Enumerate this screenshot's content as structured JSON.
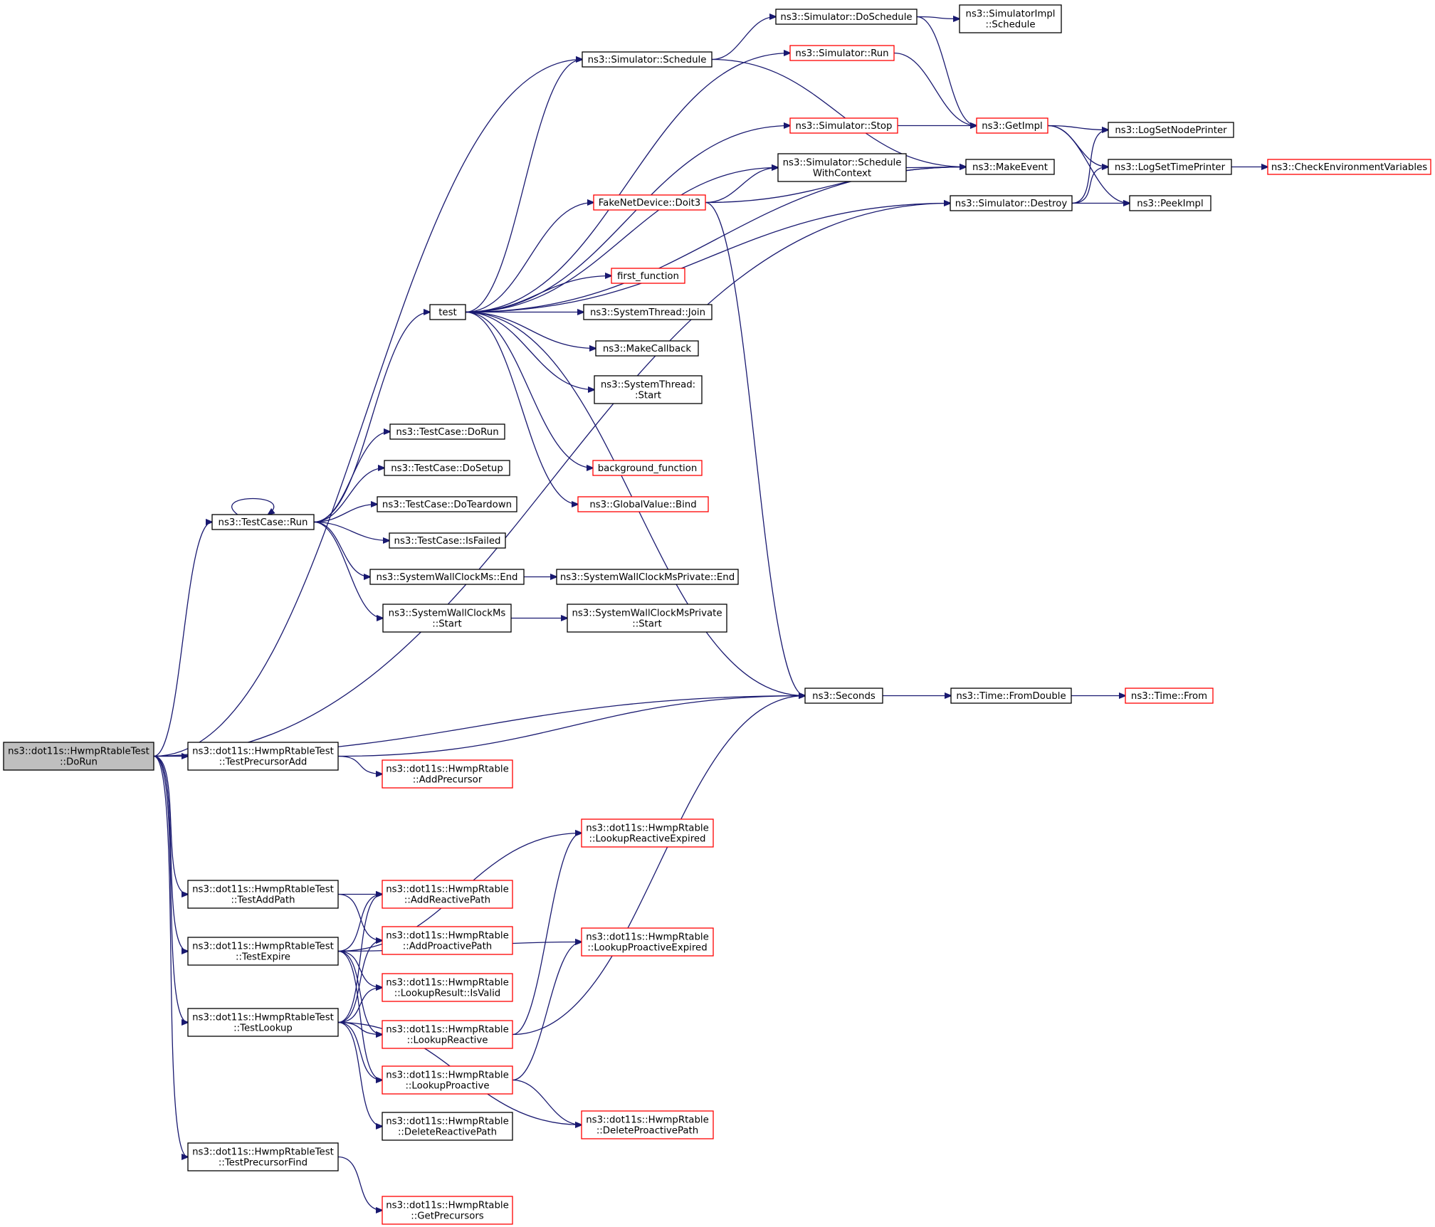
{
  "nodes": {
    "dorun": {
      "lines": [
        "ns3::dot11s::HwmpRtableTest",
        "::DoRun"
      ],
      "color": "root"
    },
    "sched": {
      "lines": [
        "ns3::Simulator::Schedule"
      ],
      "color": "black"
    },
    "dosched": {
      "lines": [
        "ns3::Simulator::DoSchedule"
      ],
      "color": "black"
    },
    "implsched": {
      "lines": [
        "ns3::SimulatorImpl",
        "::Schedule"
      ],
      "color": "black"
    },
    "simrun": {
      "lines": [
        "ns3::Simulator::Run"
      ],
      "color": "red"
    },
    "simstop": {
      "lines": [
        "ns3::Simulator::Stop"
      ],
      "color": "red"
    },
    "getimpl": {
      "lines": [
        "ns3::GetImpl"
      ],
      "color": "red"
    },
    "lognode": {
      "lines": [
        "ns3::LogSetNodePrinter"
      ],
      "color": "black"
    },
    "logtime": {
      "lines": [
        "ns3::LogSetTimePrinter"
      ],
      "color": "black"
    },
    "checkenv": {
      "lines": [
        "ns3::CheckEnvironmentVariables"
      ],
      "color": "red"
    },
    "schedctx": {
      "lines": [
        "ns3::Simulator::Schedule",
        "WithContext"
      ],
      "color": "black"
    },
    "makeevent": {
      "lines": [
        "ns3::MakeEvent"
      ],
      "color": "black"
    },
    "doit3": {
      "lines": [
        "FakeNetDevice::Doit3"
      ],
      "color": "red"
    },
    "destroy": {
      "lines": [
        "ns3::Simulator::Destroy"
      ],
      "color": "black"
    },
    "peekimpl": {
      "lines": [
        "ns3::PeekImpl"
      ],
      "color": "black"
    },
    "firstfn": {
      "lines": [
        "first_function"
      ],
      "color": "red"
    },
    "test": {
      "lines": [
        "test"
      ],
      "color": "black"
    },
    "join": {
      "lines": [
        "ns3::SystemThread::Join"
      ],
      "color": "black"
    },
    "makecb": {
      "lines": [
        "ns3::MakeCallback"
      ],
      "color": "black"
    },
    "threadstart": {
      "lines": [
        "ns3::SystemThread:",
        ":Start"
      ],
      "color": "black"
    },
    "tcdorun": {
      "lines": [
        "ns3::TestCase::DoRun"
      ],
      "color": "black"
    },
    "tcsetup": {
      "lines": [
        "ns3::TestCase::DoSetup"
      ],
      "color": "black"
    },
    "bgfn": {
      "lines": [
        "background_function"
      ],
      "color": "red"
    },
    "gvbind": {
      "lines": [
        "ns3::GlobalValue::Bind"
      ],
      "color": "red"
    },
    "tcteardown": {
      "lines": [
        "ns3::TestCase::DoTeardown"
      ],
      "color": "black"
    },
    "tcrun": {
      "lines": [
        "ns3::TestCase::Run"
      ],
      "color": "black"
    },
    "tcfailed": {
      "lines": [
        "ns3::TestCase::IsFailed"
      ],
      "color": "black"
    },
    "wcend": {
      "lines": [
        "ns3::SystemWallClockMs::End"
      ],
      "color": "black"
    },
    "wcpend": {
      "lines": [
        "ns3::SystemWallClockMsPrivate::End"
      ],
      "color": "black"
    },
    "wcstart": {
      "lines": [
        "ns3::SystemWallClockMs",
        "::Start"
      ],
      "color": "black"
    },
    "wcpstart": {
      "lines": [
        "ns3::SystemWallClockMsPrivate",
        "::Start"
      ],
      "color": "black"
    },
    "seconds": {
      "lines": [
        "ns3::Seconds"
      ],
      "color": "black"
    },
    "fromdouble": {
      "lines": [
        "ns3::Time::FromDouble"
      ],
      "color": "black"
    },
    "timefrom": {
      "lines": [
        "ns3::Time::From"
      ],
      "color": "red"
    },
    "precadd": {
      "lines": [
        "ns3::dot11s::HwmpRtableTest",
        "::TestPrecursorAdd"
      ],
      "color": "black"
    },
    "addprec": {
      "lines": [
        "ns3::dot11s::HwmpRtable",
        "::AddPrecursor"
      ],
      "color": "red"
    },
    "lre": {
      "lines": [
        "ns3::dot11s::HwmpRtable",
        "::LookupReactiveExpired"
      ],
      "color": "red"
    },
    "addpath": {
      "lines": [
        "ns3::dot11s::HwmpRtableTest",
        "::TestAddPath"
      ],
      "color": "black"
    },
    "addreact": {
      "lines": [
        "ns3::dot11s::HwmpRtable",
        "::AddReactivePath"
      ],
      "color": "red"
    },
    "lpe": {
      "lines": [
        "ns3::dot11s::HwmpRtable",
        "::LookupProactiveExpired"
      ],
      "color": "red"
    },
    "expire": {
      "lines": [
        "ns3::dot11s::HwmpRtableTest",
        "::TestExpire"
      ],
      "color": "black"
    },
    "addproact": {
      "lines": [
        "ns3::dot11s::HwmpRtable",
        "::AddProactivePath"
      ],
      "color": "red"
    },
    "isvalid": {
      "lines": [
        "ns3::dot11s::HwmpRtable",
        "::LookupResult::IsValid"
      ],
      "color": "red"
    },
    "lookup": {
      "lines": [
        "ns3::dot11s::HwmpRtableTest",
        "::TestLookup"
      ],
      "color": "black"
    },
    "lreact": {
      "lines": [
        "ns3::dot11s::HwmpRtable",
        "::LookupReactive"
      ],
      "color": "red"
    },
    "lproact": {
      "lines": [
        "ns3::dot11s::HwmpRtable",
        "::LookupProactive"
      ],
      "color": "red"
    },
    "delreact": {
      "lines": [
        "ns3::dot11s::HwmpRtable",
        "::DeleteReactivePath"
      ],
      "color": "black"
    },
    "delproact": {
      "lines": [
        "ns3::dot11s::HwmpRtable",
        "::DeleteProactivePath"
      ],
      "color": "red"
    },
    "precfind": {
      "lines": [
        "ns3::dot11s::HwmpRtableTest",
        "::TestPrecursorFind"
      ],
      "color": "black"
    },
    "getprec": {
      "lines": [
        "ns3::dot11s::HwmpRtable",
        "::GetPrecursors"
      ],
      "color": "red"
    }
  },
  "edges": [
    [
      "dorun",
      "sched"
    ],
    [
      "dorun",
      "tcrun"
    ],
    [
      "dorun",
      "destroy"
    ],
    [
      "dorun",
      "seconds"
    ],
    [
      "dorun",
      "precadd"
    ],
    [
      "dorun",
      "addpath"
    ],
    [
      "dorun",
      "expire"
    ],
    [
      "dorun",
      "lookup"
    ],
    [
      "dorun",
      "precfind"
    ],
    [
      "sched",
      "dosched"
    ],
    [
      "sched",
      "makeevent"
    ],
    [
      "dosched",
      "implsched"
    ],
    [
      "dosched",
      "getimpl"
    ],
    [
      "simrun",
      "getimpl"
    ],
    [
      "simstop",
      "getimpl"
    ],
    [
      "getimpl",
      "lognode"
    ],
    [
      "getimpl",
      "logtime"
    ],
    [
      "getimpl",
      "peekimpl"
    ],
    [
      "logtime",
      "checkenv"
    ],
    [
      "schedctx",
      "makeevent"
    ],
    [
      "doit3",
      "schedctx"
    ],
    [
      "doit3",
      "makeevent"
    ],
    [
      "doit3",
      "seconds"
    ],
    [
      "destroy",
      "lognode"
    ],
    [
      "destroy",
      "logtime"
    ],
    [
      "destroy",
      "peekimpl"
    ],
    [
      "test",
      "sched"
    ],
    [
      "test",
      "simrun"
    ],
    [
      "test",
      "simstop"
    ],
    [
      "test",
      "schedctx"
    ],
    [
      "test",
      "makeevent"
    ],
    [
      "test",
      "doit3"
    ],
    [
      "test",
      "destroy"
    ],
    [
      "test",
      "firstfn"
    ],
    [
      "test",
      "join"
    ],
    [
      "test",
      "makecb"
    ],
    [
      "test",
      "threadstart"
    ],
    [
      "test",
      "bgfn"
    ],
    [
      "test",
      "gvbind"
    ],
    [
      "test",
      "seconds"
    ],
    [
      "tcrun",
      "test"
    ],
    [
      "tcrun",
      "tcrun"
    ],
    [
      "tcrun",
      "tcdorun"
    ],
    [
      "tcrun",
      "tcsetup"
    ],
    [
      "tcrun",
      "tcteardown"
    ],
    [
      "tcrun",
      "tcfailed"
    ],
    [
      "tcrun",
      "wcend"
    ],
    [
      "tcrun",
      "wcstart"
    ],
    [
      "wcend",
      "wcpend"
    ],
    [
      "wcstart",
      "wcpstart"
    ],
    [
      "seconds",
      "fromdouble"
    ],
    [
      "fromdouble",
      "timefrom"
    ],
    [
      "precadd",
      "seconds"
    ],
    [
      "precadd",
      "addprec"
    ],
    [
      "addpath",
      "addreact"
    ],
    [
      "addpath",
      "addproact"
    ],
    [
      "expire",
      "lre"
    ],
    [
      "expire",
      "lpe"
    ],
    [
      "expire",
      "isvalid"
    ],
    [
      "expire",
      "addreact"
    ],
    [
      "expire",
      "lreact"
    ],
    [
      "expire",
      "lproact"
    ],
    [
      "lookup",
      "addreact"
    ],
    [
      "lookup",
      "addproact"
    ],
    [
      "lookup",
      "isvalid"
    ],
    [
      "lookup",
      "lreact"
    ],
    [
      "lookup",
      "lproact"
    ],
    [
      "lookup",
      "delreact"
    ],
    [
      "lookup",
      "delproact"
    ],
    [
      "lreact",
      "lre"
    ],
    [
      "lreact",
      "seconds"
    ],
    [
      "lproact",
      "lpe"
    ],
    [
      "lproact",
      "delproact"
    ],
    [
      "precfind",
      "getprec"
    ]
  ]
}
